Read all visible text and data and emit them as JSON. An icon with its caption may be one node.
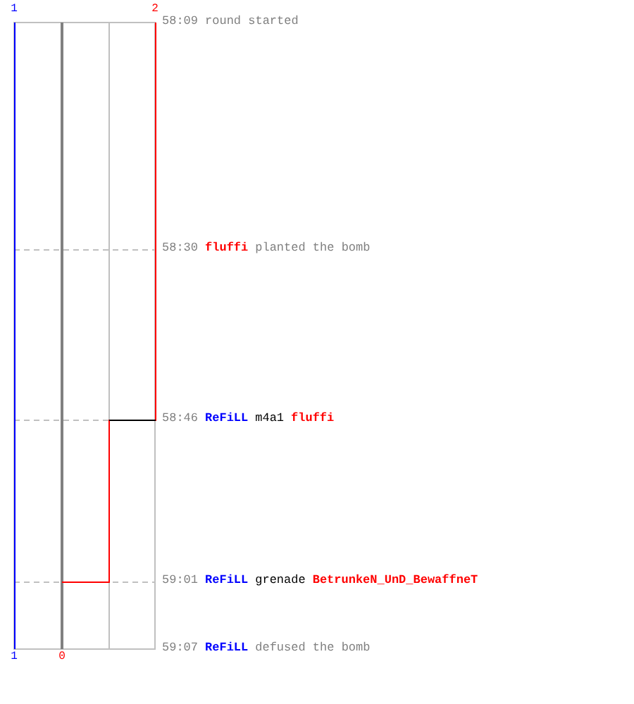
{
  "diagram": {
    "labels": [
      "1",
      "2",
      "58:09",
      "round started",
      "58:30",
      "fluffi",
      "planted the bomb",
      "58:46",
      "ReFiLL",
      "m4a1",
      "fluffi",
      "59:01",
      "ReFiLL",
      "grenade",
      "BetrunkeN_UnD_BewaffneT",
      "59:07",
      "ReFiLL",
      "defused the bomb",
      "1",
      "0"
    ]
  }
}
